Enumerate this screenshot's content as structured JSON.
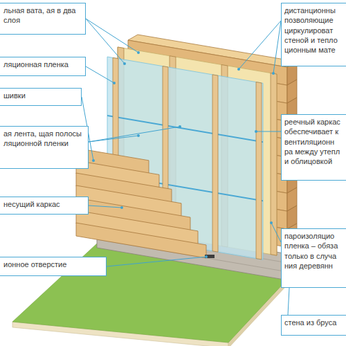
{
  "diagram": {
    "nodes": [
      {
        "text": [
          "льная вата, ая в два слоя"
        ]
      },
      {
        "text": [
          "дистанционны позволяющие циркулироват стеной и тепло ционным мате"
        ]
      },
      {
        "text": [
          "ляционная пленка"
        ]
      },
      {
        "text": [
          "шивки"
        ]
      },
      {
        "text": [
          "реечный каркас обеспечивает к вентиляционн ра между утепл и облицовкой"
        ]
      },
      {
        "text": [
          "ая лента, щая полосы ляционной пленки"
        ]
      },
      {
        "text": [
          "несущий каркас"
        ]
      },
      {
        "text": [
          "пароизоляцио пленка – обяза только в случа ния деревянн"
        ]
      },
      {
        "text": [
          "ионное отверстие"
        ]
      },
      {
        "text": [
          "стена из бруса"
        ]
      }
    ]
  }
}
